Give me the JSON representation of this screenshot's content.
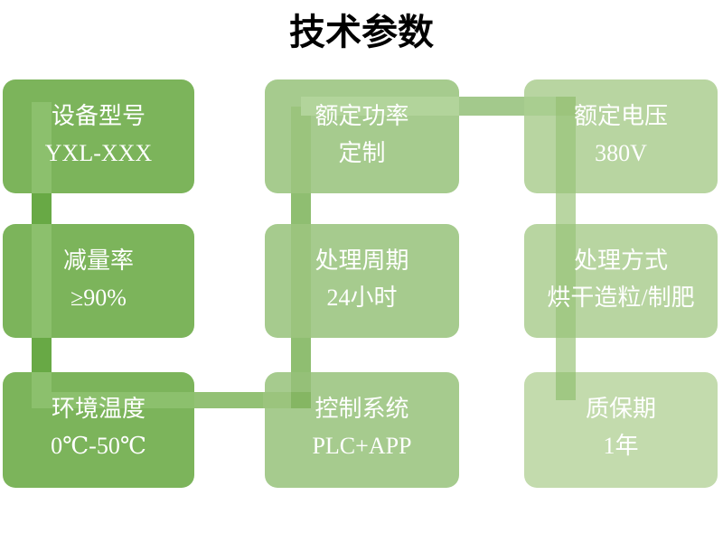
{
  "title": "技术参数",
  "boxes": [
    {
      "label": "设备型号",
      "value": "YXL-XXX"
    },
    {
      "label": "额定功率",
      "value": "定制"
    },
    {
      "label": "额定电压",
      "value": "380V"
    },
    {
      "label": "减量率",
      "value": "≥90%"
    },
    {
      "label": "处理周期",
      "value": "24小时"
    },
    {
      "label": "处理方式",
      "value": "烘干造粒/制肥"
    },
    {
      "label": "环境温度",
      "value": "0℃-50℃"
    },
    {
      "label": "控制系统",
      "value": "PLC+APP"
    },
    {
      "label": "质保期",
      "value": "1年"
    }
  ],
  "colors": {
    "background": "#ffffff",
    "title_text": "#000000",
    "box_text": "#ffffff",
    "column1_box": "#7cb45b",
    "column2_box": "#a6cb8e",
    "column3_box": "#b8d5a1",
    "warranty_box": "#c3dbad",
    "pipe_dark_gap": "#68a945",
    "pipe_medium_gap": "#8fbe71",
    "pipe_light_gap": "#b9d6a2",
    "pipe_over_column1": "#8cc06d",
    "pipe_over_column2": "#9bc47d",
    "pipe_over_column3": "#a2c985",
    "pipe_h_over_box2": "#b2d49b",
    "pipe_h_gap": "#a3c98c",
    "pipe_corner_dark": "#85b663"
  }
}
